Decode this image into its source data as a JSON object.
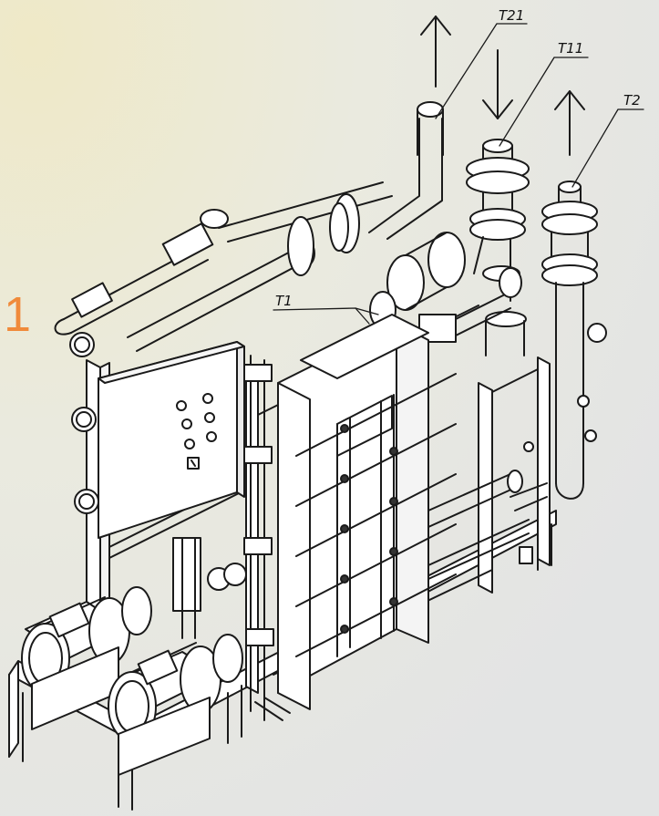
{
  "page_number": "1",
  "colors": {
    "accent": "#f08a3a",
    "line": "#1a1a1a",
    "background_warm": "#efe9c7",
    "background_cool": "#e9e9e7"
  },
  "callouts": [
    {
      "id": "t21",
      "label": "T21",
      "flow": "out"
    },
    {
      "id": "t11",
      "label": "T11",
      "flow": "in"
    },
    {
      "id": "t2",
      "label": "T2",
      "flow": "out"
    },
    {
      "id": "t1",
      "label": "T1",
      "flow": "none"
    }
  ],
  "control_panel": {
    "button_count": 6,
    "switch_count": 1
  },
  "pumps": [
    {
      "id": "pump-1"
    },
    {
      "id": "pump-2"
    }
  ],
  "heat_exchanger": {
    "tie_rod_rows": 5
  }
}
